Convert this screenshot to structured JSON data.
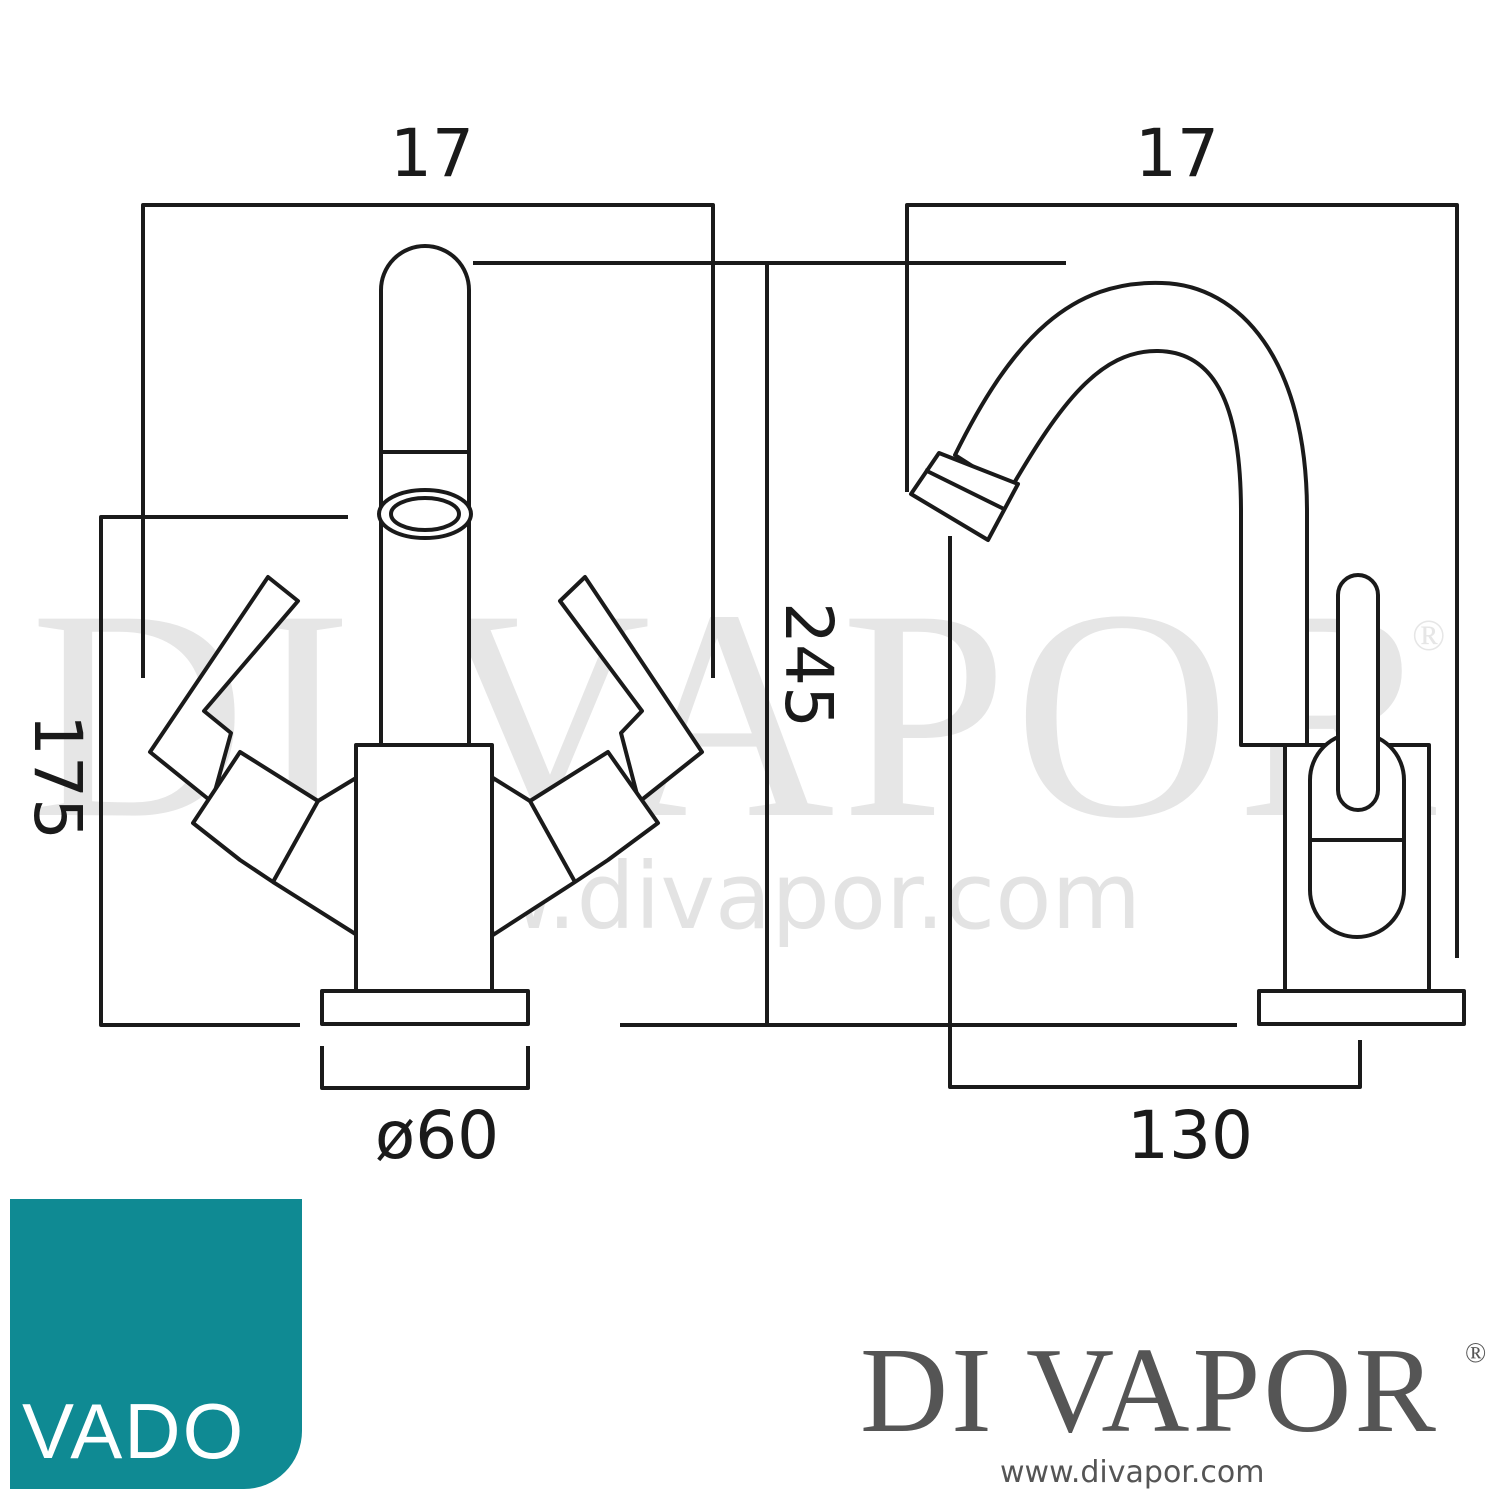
{
  "dimensions": {
    "front_width": "17",
    "side_width": "17",
    "spout_height": "175",
    "total_height": "245",
    "base_diameter": "ø60",
    "projection": "130"
  },
  "watermark": {
    "text": "DI VAPOR",
    "registered": "®",
    "url": "www.divapor.com"
  },
  "logo": {
    "text": "VADO",
    "color": "#0f8a93"
  },
  "brand": {
    "name": "DI VAPOR",
    "registered": "®",
    "url": "www.divapor.com",
    "color": "#555555"
  }
}
